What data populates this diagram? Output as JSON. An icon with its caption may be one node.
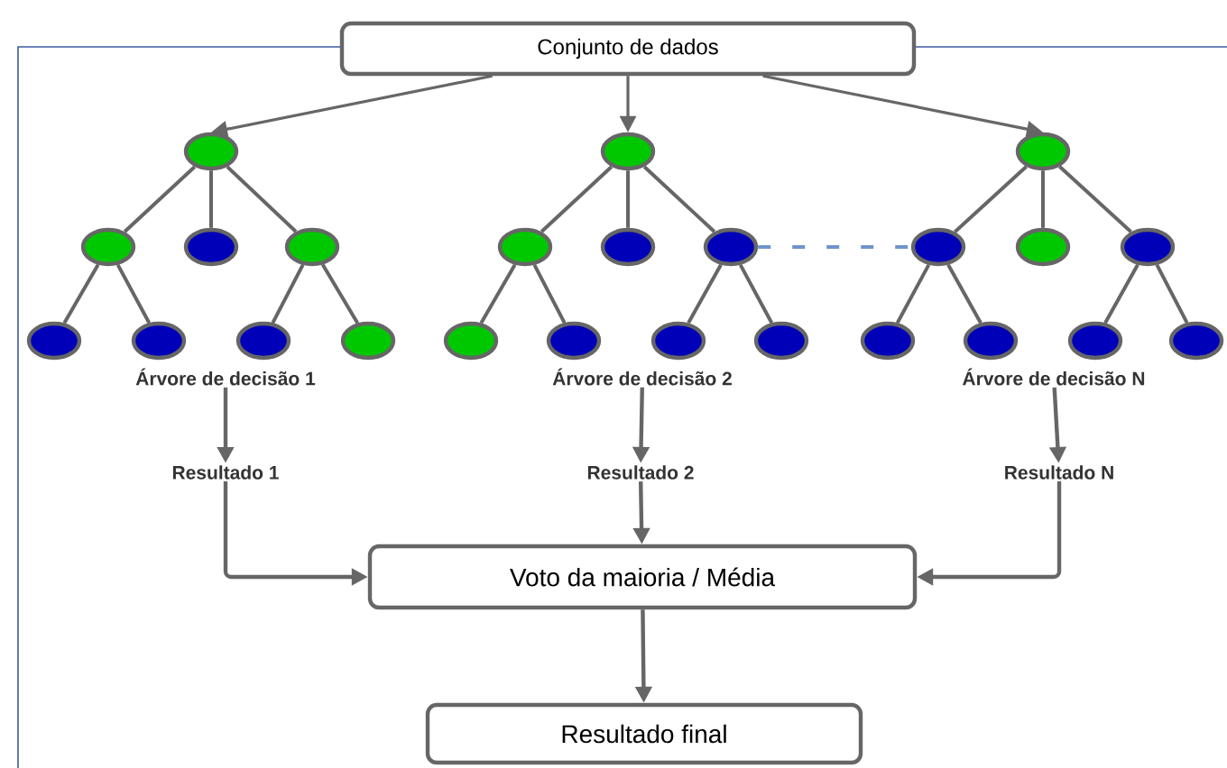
{
  "diagram": {
    "nodes": [
      {
        "text": [
          "Conjunto de dados"
        ]
      },
      {
        "text": [],
        "shape": "circle"
      },
      {
        "text": [],
        "shape": "circle"
      },
      {
        "text": [],
        "shape": "circle"
      },
      {
        "text": [],
        "shape": "circle"
      },
      {
        "text": [],
        "shape": "circle"
      },
      {
        "text": [],
        "shape": "circle"
      },
      {
        "text": [],
        "shape": "circle"
      },
      {
        "text": [],
        "shape": "circle"
      },
      {
        "text": [],
        "shape": "circle"
      },
      {
        "text": [],
        "shape": "circle"
      },
      {
        "text": [],
        "shape": "circle"
      },
      {
        "text": [],
        "shape": "circle"
      },
      {
        "text": [],
        "shape": "circle"
      },
      {
        "text": [],
        "shape": "circle"
      },
      {
        "text": [],
        "shape": "circle"
      },
      {
        "text": [],
        "shape": "circle"
      },
      {
        "text": [],
        "shape": "circle"
      },
      {
        "text": [],
        "shape": "circle"
      },
      {
        "text": [],
        "shape": "circle"
      },
      {
        "text": [],
        "shape": "circle"
      },
      {
        "text": [],
        "shape": "circle"
      },
      {
        "text": [],
        "shape": "circle"
      },
      {
        "text": [],
        "shape": "circle"
      },
      {
        "text": [],
        "shape": "circle"
      },
      {
        "text": [
          "Árvore de decisão 1"
        ]
      },
      {
        "text": [
          "Árvore de decisão 2"
        ]
      },
      {
        "text": [
          "Árvore de decisão N"
        ]
      },
      {
        "text": [
          "Resultado 1"
        ]
      },
      {
        "text": [
          "Resultado 2"
        ]
      },
      {
        "text": [
          "Resultado N"
        ]
      },
      {
        "text": [
          "Voto da maioria / Média"
        ]
      },
      {
        "text": [
          "Resultado final"
        ]
      }
    ],
    "edges": [
      {
        "from": 0,
        "to": 1,
        "arrow": "to"
      },
      {
        "from": 0,
        "to": 2,
        "arrow": "to"
      },
      {
        "from": 0,
        "to": 3,
        "arrow": "to"
      },
      {
        "from": 1,
        "to": 4,
        "arrow": "none"
      },
      {
        "from": 1,
        "to": 5,
        "arrow": "none"
      },
      {
        "from": 1,
        "to": 6,
        "arrow": "none"
      },
      {
        "from": 2,
        "to": 7,
        "arrow": "none"
      },
      {
        "from": 2,
        "to": 8,
        "arrow": "none"
      },
      {
        "from": 2,
        "to": 9,
        "arrow": "none"
      },
      {
        "from": 3,
        "to": 10,
        "arrow": "none"
      },
      {
        "from": 3,
        "to": 11,
        "arrow": "none"
      },
      {
        "from": 3,
        "to": 12,
        "arrow": "none"
      },
      {
        "from": 4,
        "to": 13,
        "arrow": "none"
      },
      {
        "from": 4,
        "to": 14,
        "arrow": "none"
      },
      {
        "from": 6,
        "to": 15,
        "arrow": "none"
      },
      {
        "from": 6,
        "to": 16,
        "arrow": "none"
      },
      {
        "from": 7,
        "to": 17,
        "arrow": "none"
      },
      {
        "from": 7,
        "to": 18,
        "arrow": "none"
      },
      {
        "from": 9,
        "to": 19,
        "arrow": "none"
      },
      {
        "from": 9,
        "to": 20,
        "arrow": "none"
      },
      {
        "from": 10,
        "to": 21,
        "arrow": "none"
      },
      {
        "from": 10,
        "to": 22,
        "arrow": "none"
      },
      {
        "from": 12,
        "to": 23,
        "arrow": "none"
      },
      {
        "from": 12,
        "to": 24,
        "arrow": "none"
      },
      {
        "from": 9,
        "to": 10,
        "arrow": "none",
        "style": "dashed",
        "color": "#6f94cc"
      },
      {
        "from": 25,
        "to": 28,
        "arrow": "to"
      },
      {
        "from": 26,
        "to": 29,
        "arrow": "to"
      },
      {
        "from": 27,
        "to": 30,
        "arrow": "to"
      },
      {
        "from": 28,
        "to": 31,
        "arrow": "to"
      },
      {
        "from": 29,
        "to": 31,
        "arrow": "to"
      },
      {
        "from": 30,
        "to": 31,
        "arrow": "to"
      },
      {
        "from": 31,
        "to": 32,
        "arrow": "to"
      }
    ]
  }
}
